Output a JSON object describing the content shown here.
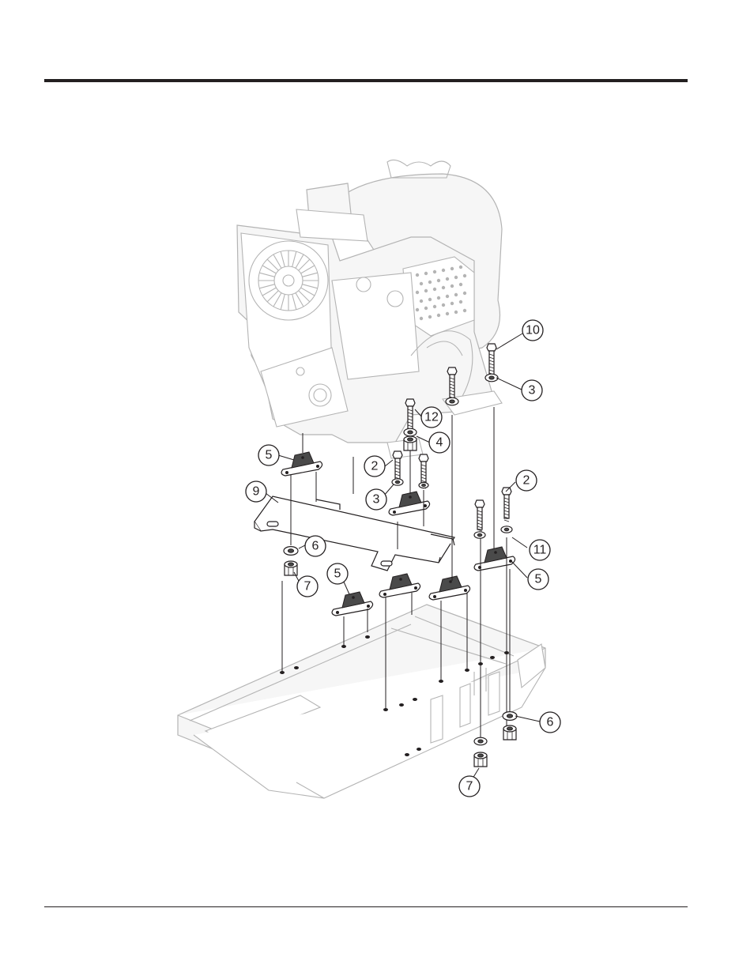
{
  "callouts": [
    {
      "id": "c10",
      "label": "10"
    },
    {
      "id": "c3a",
      "label": "3"
    },
    {
      "id": "c12",
      "label": "12"
    },
    {
      "id": "c4",
      "label": "4"
    },
    {
      "id": "c5a",
      "label": "5"
    },
    {
      "id": "c2a",
      "label": "2"
    },
    {
      "id": "c2b",
      "label": "2"
    },
    {
      "id": "c9",
      "label": "9"
    },
    {
      "id": "c3b",
      "label": "3"
    },
    {
      "id": "c6a",
      "label": "6"
    },
    {
      "id": "c11",
      "label": "11"
    },
    {
      "id": "c7a",
      "label": "7"
    },
    {
      "id": "c5b",
      "label": "5"
    },
    {
      "id": "c5c",
      "label": "5"
    },
    {
      "id": "c6b",
      "label": "6"
    },
    {
      "id": "c7b",
      "label": "7"
    }
  ],
  "colors": {
    "line": "#231f20",
    "ghost": "#b4b4b4",
    "background": "#ffffff"
  }
}
